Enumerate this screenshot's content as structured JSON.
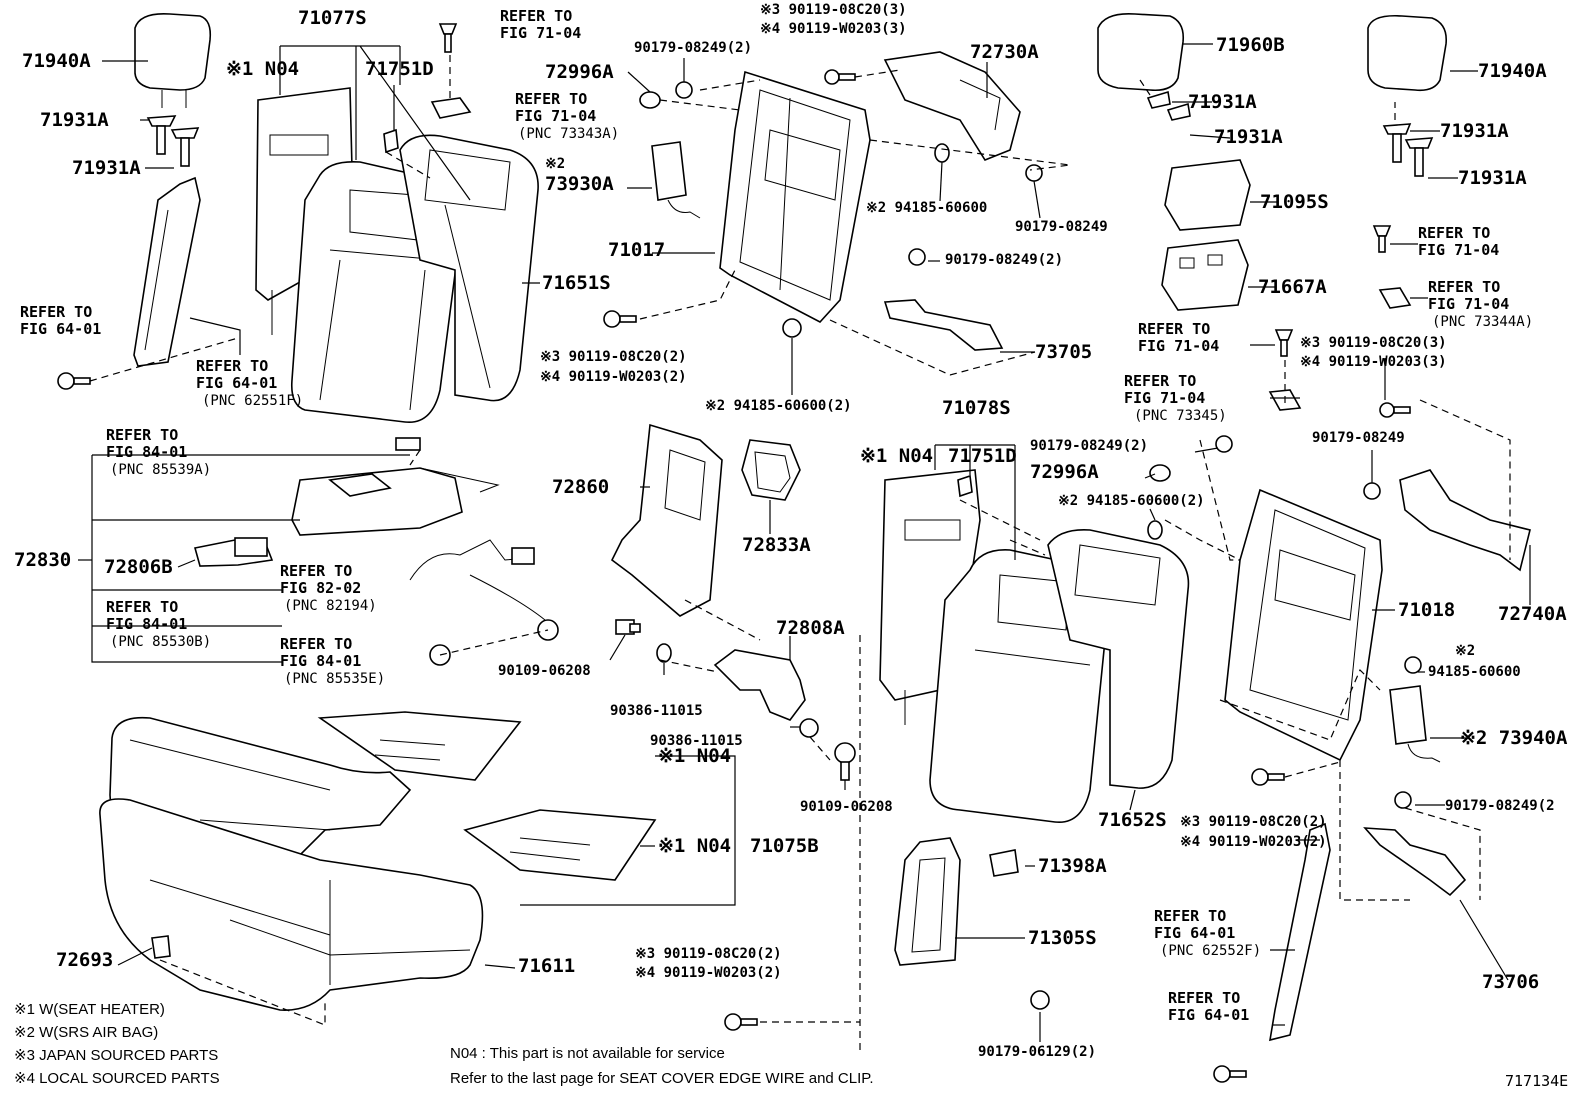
{
  "part_labels": {
    "p71940A_l": "71940A",
    "p71931A_l1": "71931A",
    "p71931A_l2": "71931A",
    "p71077S": "71077S",
    "n04_a": "※1 N04",
    "p71751D_a": "71751D",
    "p72996A_a": "72996A",
    "p90179_08249_2a": "90179-08249(2)",
    "n3_a": "※3 90119-08C20(3)",
    "n4_a": "※4 90119-W0203(3)",
    "p72730A": "72730A",
    "n2_73930A": "※2",
    "p73930A": "73930A",
    "p71017": "71017",
    "p71651S": "71651S",
    "p94185_a": "※2 94185-60600",
    "p90179_08249_a": "90179-08249",
    "p90179_08249_2b": "90179-08249(2)",
    "p73705": "73705",
    "n3_b": "※3 90119-08C20(2)",
    "n4_b": "※4 90119-W0203(2)",
    "p94185_2a": "※2 94185-60600(2)",
    "p71960B": "71960B",
    "p71931A_m1": "71931A",
    "p71931A_m2": "71931A",
    "p71095S": "71095S",
    "p71667A": "71667A",
    "p71940A_r": "71940A",
    "p71931A_r1": "71931A",
    "p71931A_r2": "71931A",
    "n3_c": "※3 90119-08C20(3)",
    "n4_c": "※4 90119-W0203(3)",
    "p90179_08249_b": "90179-08249",
    "p72830": "72830",
    "p72806B": "72806B",
    "p72860": "72860",
    "p72833A": "72833A",
    "p72808A": "72808A",
    "p90109_06208_a": "90109-06208",
    "p90386_11015_a": "90386-11015",
    "p90386_11015_b": "90386-11015",
    "p90109_06208_b": "90109-06208",
    "n04_b": "※1 N04",
    "n04_c": "※1 N04",
    "p71075B": "71075B",
    "p72693": "72693",
    "p71611": "71611",
    "p71078S": "71078S",
    "n04_d": "※1 N04",
    "p71751D_b": "71751D",
    "p90179_08249_2c": "90179-08249(2)",
    "p72996A_b": "72996A",
    "p94185_2b": "※2 94185-60600(2)",
    "p71018": "71018",
    "p72740A": "72740A",
    "n2_94185": "※2",
    "p94185_b": "94185-60600",
    "p73940A": "※2 73940A",
    "p90179_08249_2d": "90179-08249(2",
    "p71652S": "71652S",
    "n3_d": "※3 90119-08C20(2)",
    "n4_d": "※4 90119-W0203(2)",
    "p71398A": "71398A",
    "p71305S": "71305S",
    "n3_e": "※3 90119-08C20(2)",
    "n4_e": "※4 90119-W0203(2)",
    "p90179_06129": "90179-06129(2)",
    "p73706": "73706"
  },
  "references": {
    "r1": [
      "REFER TO",
      "FIG 71-04"
    ],
    "r2": [
      "REFER TO",
      "FIG 71-04",
      "(PNC 73343A)"
    ],
    "r3": [
      "REFER TO",
      "FIG 64-01"
    ],
    "r4": [
      "REFER TO",
      "FIG 64-01",
      "(PNC 62551F)"
    ],
    "r5": [
      "REFER TO",
      "FIG 84-01",
      "(PNC 85539A)"
    ],
    "r6": [
      "REFER TO",
      "FIG 82-02",
      "(PNC 82194)"
    ],
    "r7": [
      "REFER TO",
      "FIG 84-01",
      "(PNC 85530B)"
    ],
    "r8": [
      "REFER TO",
      "FIG 84-01",
      "(PNC 85535E)"
    ],
    "r9": [
      "REFER TO",
      "FIG 71-04"
    ],
    "r10": [
      "REFER TO",
      "FIG 71-04",
      "(PNC 73344A)"
    ],
    "r11": [
      "REFER TO",
      "FIG 71-04"
    ],
    "r12": [
      "REFER TO",
      "FIG 71-04",
      "(PNC 73345)"
    ],
    "r13": [
      "REFER TO",
      "FIG 64-01",
      "(PNC 62552F)"
    ],
    "r14": [
      "REFER TO",
      "FIG 64-01"
    ]
  },
  "legend": [
    "※1 W(SEAT HEATER)",
    "※2 W(SRS AIR BAG)",
    "※3 JAPAN SOURCED PARTS",
    "※4 LOCAL SOURCED PARTS"
  ],
  "notes": {
    "n04_note": "N04 : This part is not available for service",
    "edge_note": "Refer to the last page for SEAT COVER EDGE WIRE and CLIP."
  },
  "figure_id": "717134E"
}
